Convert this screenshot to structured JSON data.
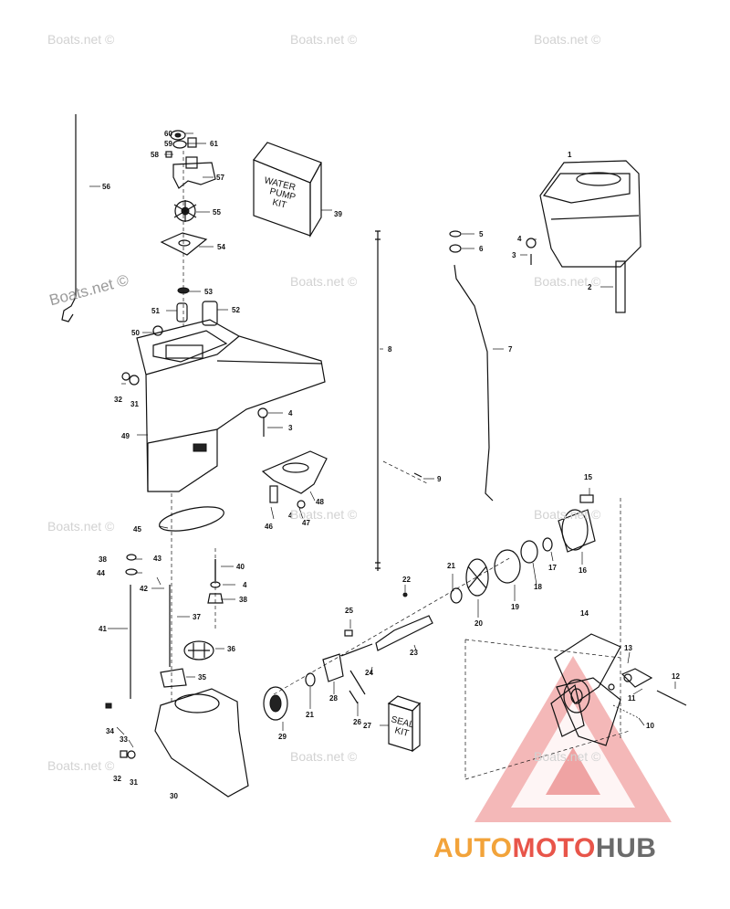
{
  "watermark": "Boats.net ©",
  "kits": {
    "water_pump": [
      "WATER",
      "PUMP",
      "KIT"
    ],
    "seal": [
      "SEAL",
      "KIT"
    ]
  },
  "brand": {
    "part1": "AUTO",
    "part2": "MOTO",
    "part3": "HUB"
  },
  "colors": {
    "logo_orange": "#f2a33a",
    "logo_red": "#e8554a",
    "logo_gray": "#6b6b6b"
  },
  "callouts": [
    "1",
    "2",
    "3",
    "4",
    "5",
    "6",
    "7",
    "8",
    "9",
    "10",
    "11",
    "12",
    "13",
    "14",
    "15",
    "16",
    "17",
    "18",
    "19",
    "20",
    "21",
    "22",
    "23",
    "24",
    "25",
    "26",
    "27",
    "28",
    "29",
    "30",
    "31",
    "32",
    "33",
    "34",
    "35",
    "36",
    "37",
    "38",
    "39",
    "40",
    "41",
    "42",
    "43",
    "44",
    "45",
    "46",
    "47",
    "48",
    "49",
    "50",
    "51",
    "52",
    "53",
    "54",
    "55",
    "56",
    "57",
    "58",
    "59",
    "60",
    "61"
  ]
}
